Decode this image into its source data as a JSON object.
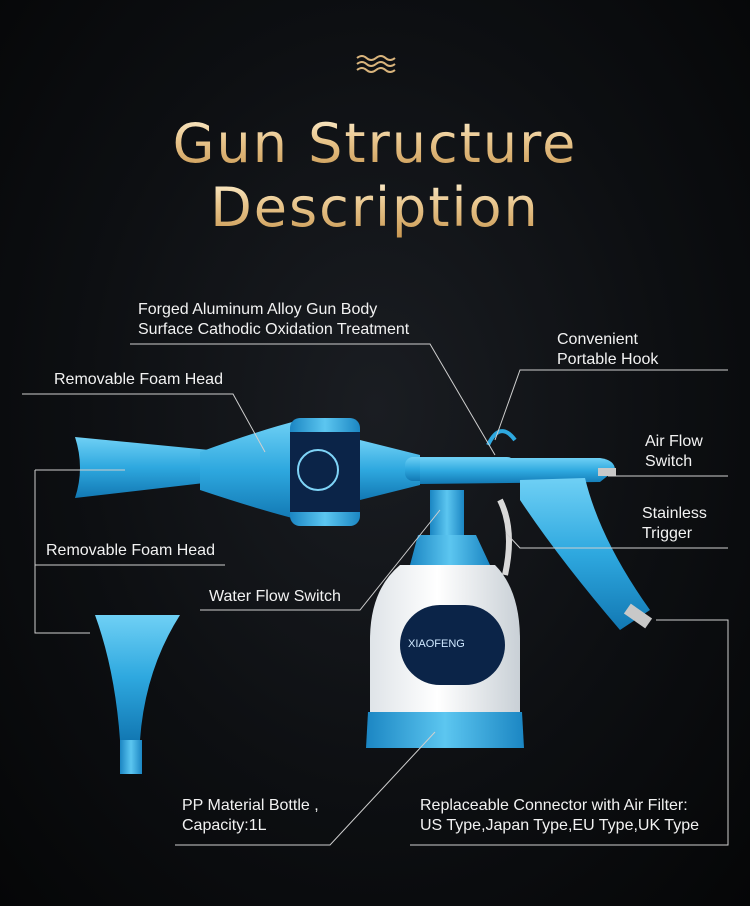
{
  "title": {
    "line1": "Gun Structure",
    "line2": "Description"
  },
  "labels": {
    "gun_body_1": "Forged Aluminum Alloy Gun Body",
    "gun_body_2": "Surface Cathodic Oxidation Treatment",
    "hook_1": "Convenient",
    "hook_2": "Portable Hook",
    "foam_head_top": "Removable Foam Head",
    "air_1": "Air Flow",
    "air_2": "Switch",
    "trigger_1": "Stainless",
    "trigger_2": "Trigger",
    "foam_head_bottom": "Removable Foam Head",
    "water_switch": "Water Flow Switch",
    "bottle_1": "PP Material Bottle ,",
    "bottle_2": "Capacity:1L",
    "connector_1": "Replaceable Connector with Air Filter:",
    "connector_2": "US Type,Japan Type,EU Type,UK Type"
  },
  "bottle_brand": "XIAOFENG",
  "colors": {
    "accent_blue": "#2ea8df",
    "gold": "#e3bd84",
    "background": "#0d0f12"
  }
}
